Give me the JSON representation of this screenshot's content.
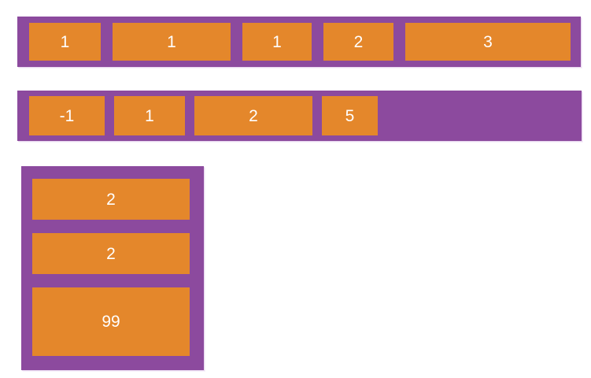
{
  "colors": {
    "background": "#ffffff",
    "container_purple": "#8c4a9e",
    "item_orange": "#e4872b",
    "item_text": "#ffffff"
  },
  "diagram": {
    "kind": "flexbox-illustration",
    "containers": [
      {
        "name": "row-container-1",
        "direction": "row",
        "items": [
          {
            "label": "1"
          },
          {
            "label": "1"
          },
          {
            "label": "1"
          },
          {
            "label": "2"
          },
          {
            "label": "3"
          }
        ]
      },
      {
        "name": "row-container-2",
        "direction": "row",
        "items": [
          {
            "label": "-1"
          },
          {
            "label": "1"
          },
          {
            "label": "2"
          },
          {
            "label": "5"
          }
        ]
      },
      {
        "name": "column-container",
        "direction": "column",
        "items": [
          {
            "label": "2"
          },
          {
            "label": "2"
          },
          {
            "label": "99"
          }
        ]
      }
    ]
  }
}
